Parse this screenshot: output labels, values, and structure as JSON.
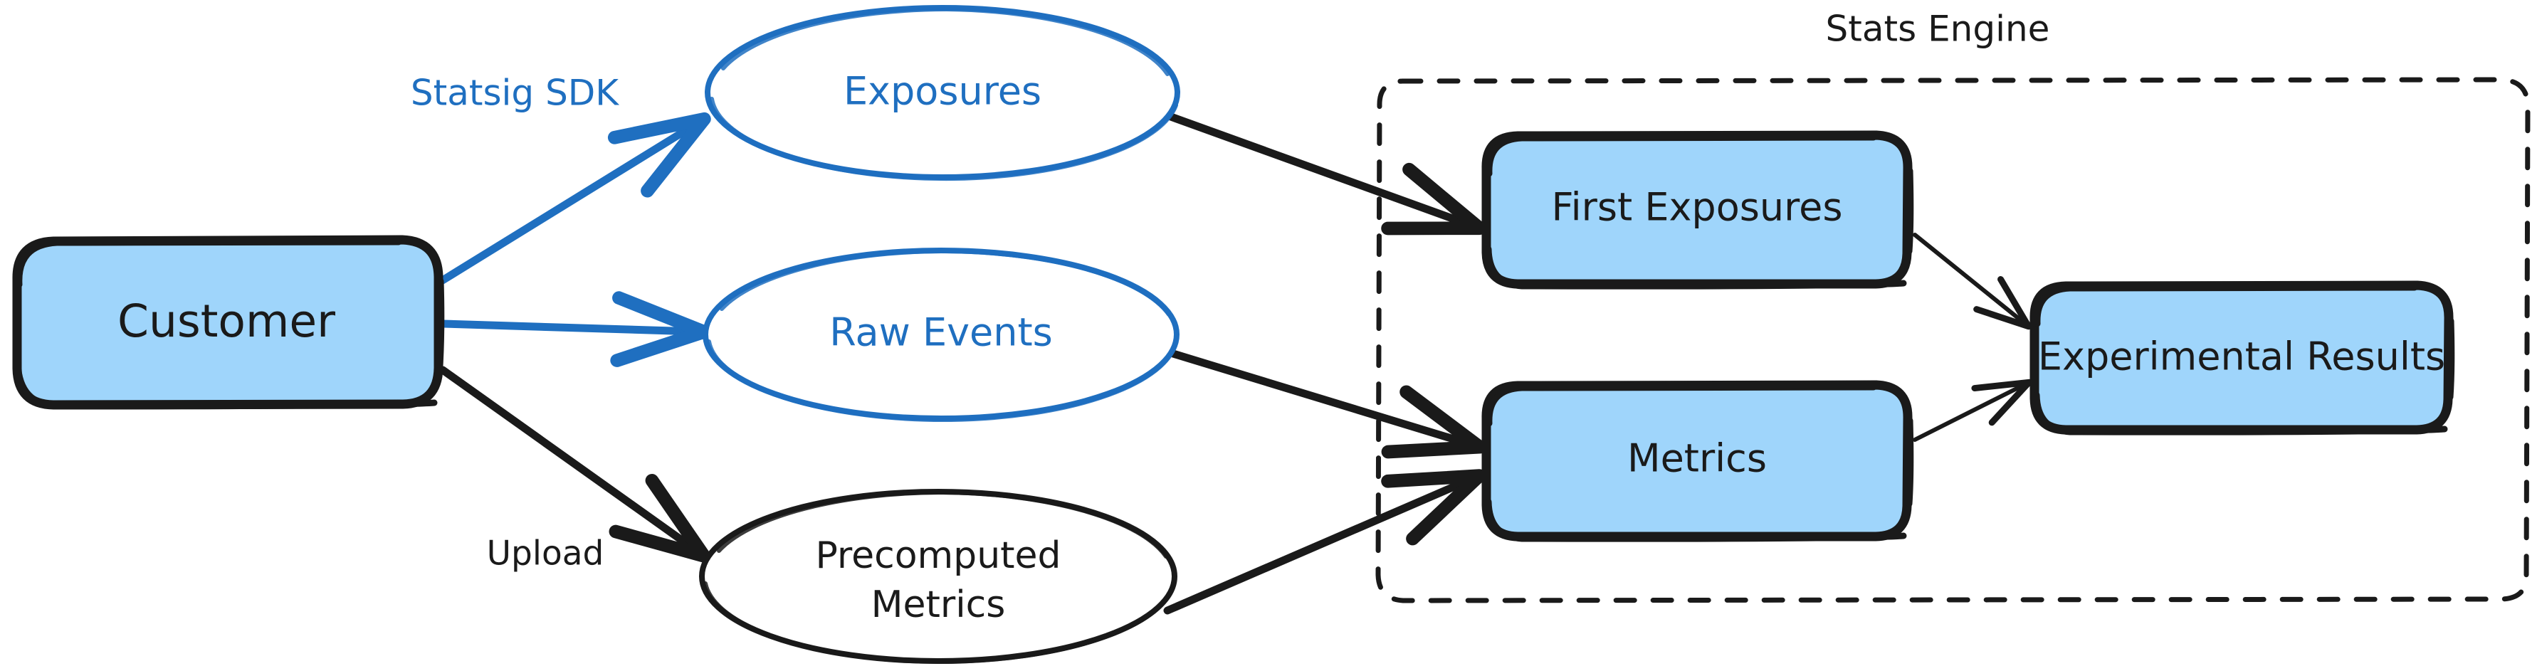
{
  "diagram": {
    "title_visible": false,
    "background_color": "#FFFFFF",
    "colors": {
      "node_fill_blue": "#9FD5FB",
      "stroke_black": "#1A1A1A",
      "stroke_blue": "#1F6FC0",
      "text_black": "#1A1A1A",
      "text_blue": "#1F6FC0"
    },
    "cluster": {
      "label": "Stats Engine",
      "border_style": "dashed",
      "border_color": "#1A1A1A"
    },
    "nodes": [
      {
        "id": "customer",
        "label": "Customer",
        "shape": "rounded-rect",
        "fill": "#9FD5FB",
        "stroke": "#1A1A1A",
        "text_color": "#1A1A1A"
      },
      {
        "id": "exposures",
        "label": "Exposures",
        "shape": "ellipse",
        "fill": "#FFFFFF",
        "stroke": "#1F6FC0",
        "text_color": "#1F6FC0"
      },
      {
        "id": "raw-events",
        "label": "Raw Events",
        "shape": "ellipse",
        "fill": "#FFFFFF",
        "stroke": "#1F6FC0",
        "text_color": "#1F6FC0"
      },
      {
        "id": "precomputed-metrics",
        "label_line1": "Precomputed",
        "label_line2": "Metrics",
        "shape": "ellipse",
        "fill": "#FFFFFF",
        "stroke": "#1A1A1A",
        "text_color": "#1A1A1A"
      },
      {
        "id": "first-exposures",
        "label": "First Exposures",
        "shape": "rounded-rect",
        "fill": "#9FD5FB",
        "stroke": "#1A1A1A",
        "text_color": "#1A1A1A"
      },
      {
        "id": "metrics",
        "label": "Metrics",
        "shape": "rounded-rect",
        "fill": "#9FD5FB",
        "stroke": "#1A1A1A",
        "text_color": "#1A1A1A"
      },
      {
        "id": "experimental-results",
        "label": "Experimental Results",
        "shape": "rounded-rect",
        "fill": "#9FD5FB",
        "stroke": "#1A1A1A",
        "text_color": "#1A1A1A"
      }
    ],
    "edges": [
      {
        "id": "customer-to-exposures",
        "from": "customer",
        "to": "exposures",
        "label": "Statsig SDK",
        "color": "#1F6FC0"
      },
      {
        "id": "customer-to-raw-events",
        "from": "customer",
        "to": "raw-events",
        "label": "",
        "color": "#1F6FC0"
      },
      {
        "id": "customer-to-precomputed-metrics",
        "from": "customer",
        "to": "precomputed-metrics",
        "label": "Upload",
        "color": "#1A1A1A"
      },
      {
        "id": "exposures-to-first-exposures",
        "from": "exposures",
        "to": "first-exposures",
        "label": "",
        "color": "#1A1A1A"
      },
      {
        "id": "raw-events-to-metrics",
        "from": "raw-events",
        "to": "metrics",
        "label": "",
        "color": "#1A1A1A"
      },
      {
        "id": "precomputed-metrics-to-metrics",
        "from": "precomputed-metrics",
        "to": "metrics",
        "label": "",
        "color": "#1A1A1A"
      },
      {
        "id": "first-exposures-to-results",
        "from": "first-exposures",
        "to": "experimental-results",
        "label": "",
        "color": "#1A1A1A"
      },
      {
        "id": "metrics-to-results",
        "from": "metrics",
        "to": "experimental-results",
        "label": "",
        "color": "#1A1A1A"
      }
    ]
  }
}
